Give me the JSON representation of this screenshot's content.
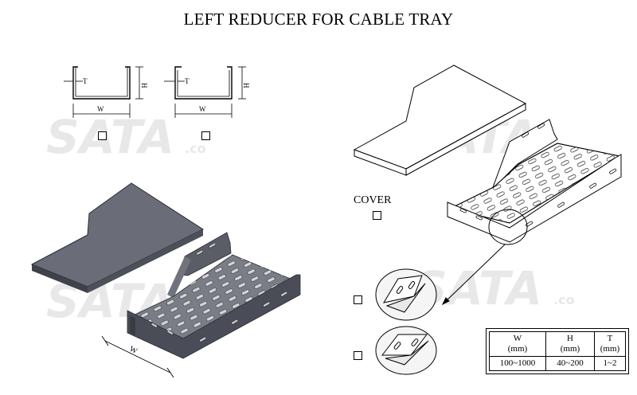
{
  "title": "LEFT REDUCER FOR CABLE TRAY",
  "watermark": {
    "text": "SATA",
    "suffix": ".co",
    "color": "#e3e3e3"
  },
  "profile_labels": {
    "t": "T",
    "h": "H",
    "w": "W"
  },
  "tray_width_label": "W",
  "cover_label": "COVER",
  "spec_table": {
    "headers": [
      {
        "name": "W",
        "unit": "(mm)"
      },
      {
        "name": "H",
        "unit": "(mm)"
      },
      {
        "name": "T",
        "unit": "(mm)"
      }
    ],
    "values": [
      "100~1000",
      "40~200",
      "1~2"
    ]
  },
  "colors": {
    "tray_dark": "#4a4d57",
    "tray_mid": "#6b6e78",
    "tray_light": "#8a8d96",
    "outline": "#000000"
  }
}
